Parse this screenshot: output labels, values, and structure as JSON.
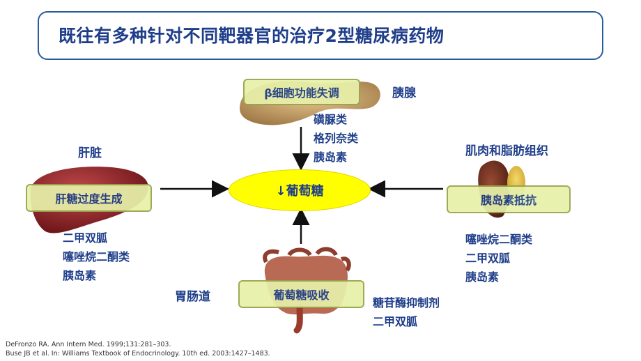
{
  "title": "既往有多种针对不同靶器官的治疗2型糖尿病药物",
  "center": "↓葡萄糖",
  "pancreas": {
    "organ": "胰腺",
    "defect": "β细胞功能失调",
    "drugs": [
      "磺脲类",
      "格列奈类",
      "胰岛素"
    ]
  },
  "liver": {
    "organ": "肝脏",
    "defect": "肝糖过度生成",
    "drugs": [
      "二甲双胍",
      "噻唑烷二酮类",
      "胰岛素"
    ]
  },
  "muscle": {
    "organ": "肌肉和脂肪组织",
    "defect": "胰岛素抵抗",
    "drugs": [
      "噻唑烷二酮类",
      "二甲双胍",
      "胰岛素"
    ]
  },
  "gut": {
    "organ": "胃肠道",
    "defect": "葡萄糖吸收",
    "drugs": [
      "糖苷酶抑制剂",
      "二甲双胍"
    ]
  },
  "references": [
    "DeFronzo RA. Ann Intern Med. 1999;131:281–303.",
    "Buse JB et al. In: Williams Textbook of Endocrinology. 10th ed. 2003:1427–1483."
  ]
}
